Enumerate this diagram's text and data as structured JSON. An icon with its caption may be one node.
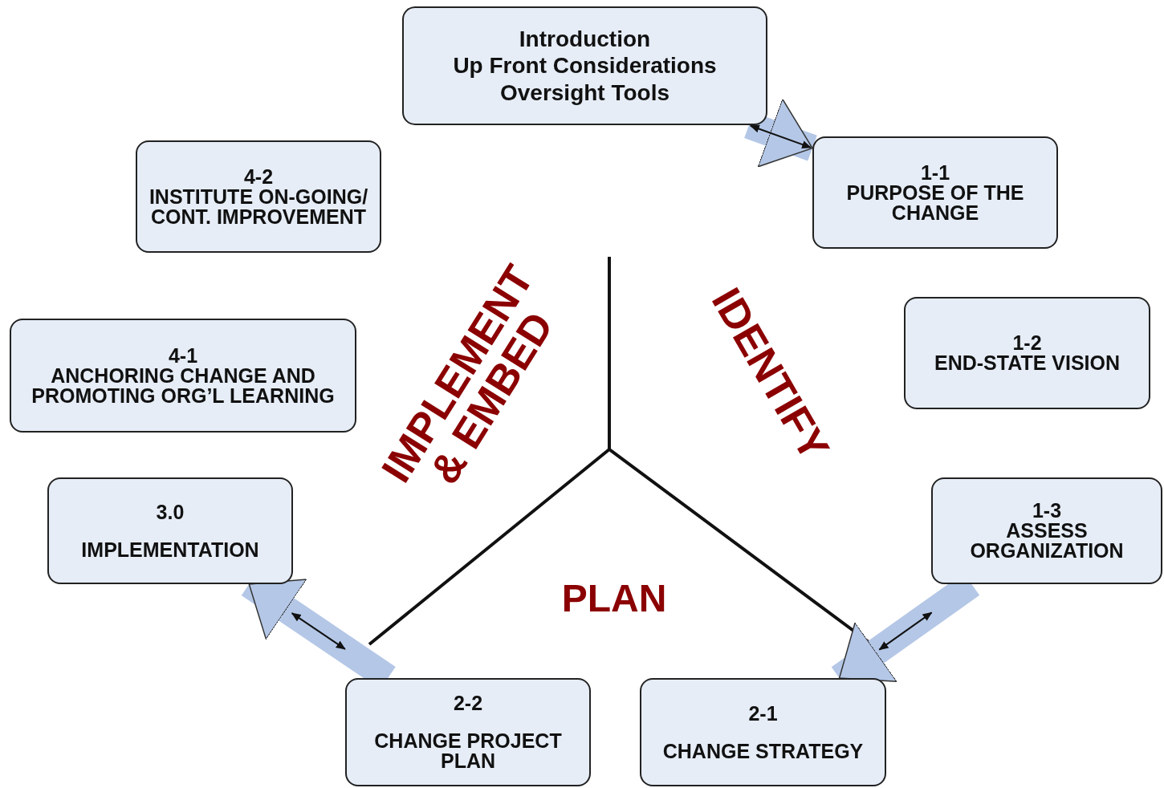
{
  "diagram": {
    "nodes": [
      {
        "text": [
          "Introduction",
          "Up Front Considerations",
          "Oversight Tools"
        ]
      },
      {
        "text": [
          "1-1",
          "PURPOSE OF THE CHANGE"
        ]
      },
      {
        "text": [
          "1-2",
          "END-STATE VISION"
        ]
      },
      {
        "text": [
          "1-3",
          "ASSESS ORGANIZATION"
        ]
      },
      {
        "text": [
          "2-1",
          "CHANGE STRATEGY"
        ]
      },
      {
        "text": [
          "2-2",
          "CHANGE PROJECT PLAN"
        ]
      },
      {
        "text": [
          "3.0",
          "IMPLEMENTATION"
        ]
      },
      {
        "text": [
          "4-1",
          "ANCHORING CHANGE AND PROMOTING ORG’L LEARNING"
        ]
      },
      {
        "text": [
          "4-2",
          "INSTITUTE ON-GOING/ CONT. IMPROVEMENT"
        ]
      }
    ],
    "edges": [
      {
        "from": 0,
        "to": 1,
        "arrow": "to"
      },
      {
        "from": 3,
        "to": 4,
        "arrow": "to"
      },
      {
        "from": 5,
        "to": 6,
        "arrow": "to"
      }
    ],
    "labels": [
      "IMPLEMENT & EMBED",
      "IDENTIFY",
      "PLAN"
    ]
  }
}
